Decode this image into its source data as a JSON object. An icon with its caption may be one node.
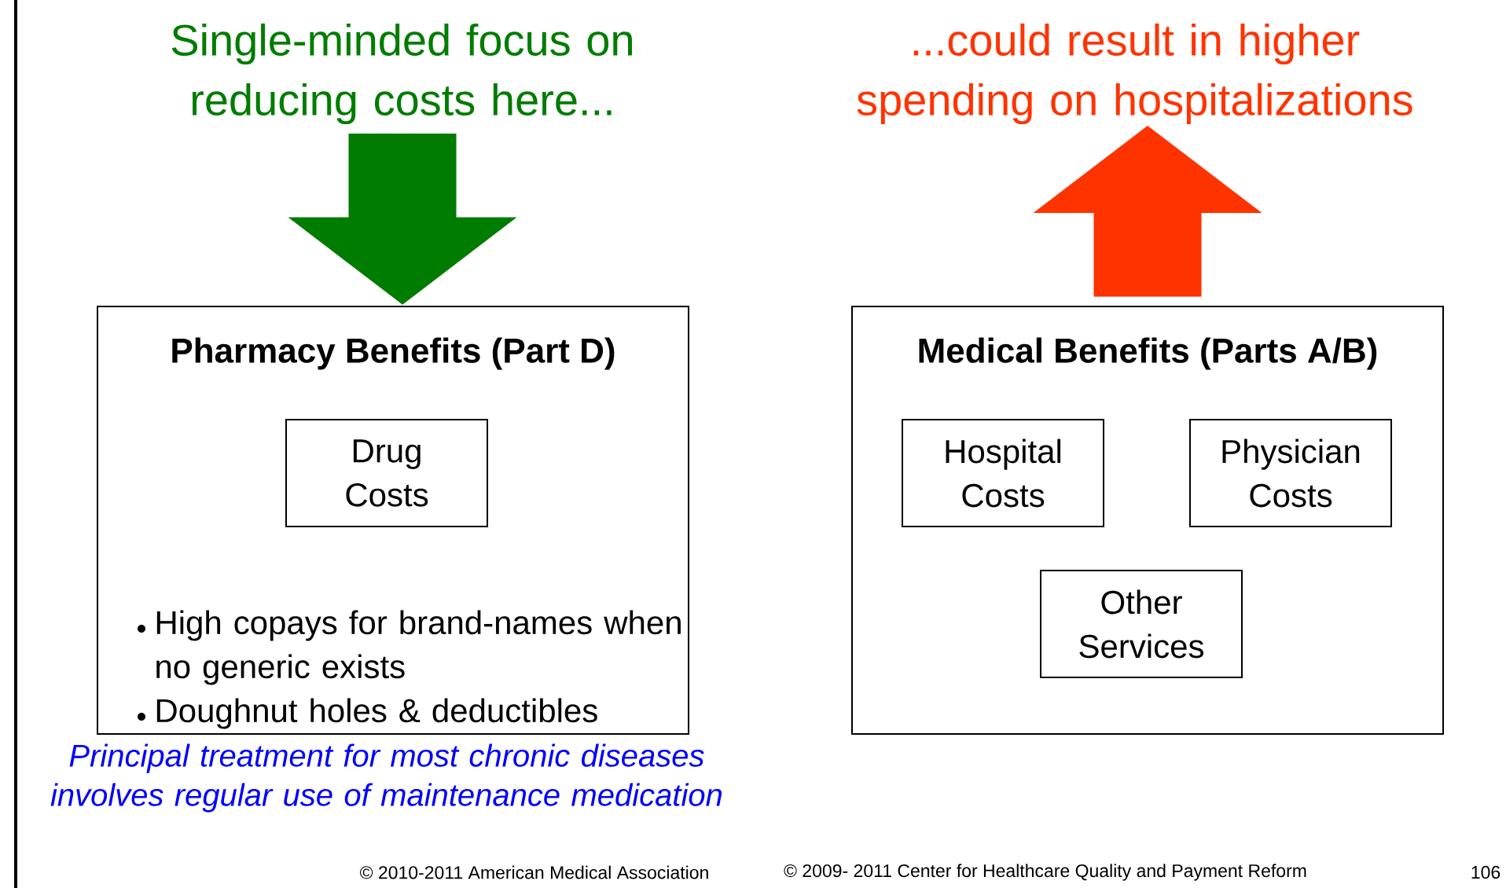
{
  "diagram": {
    "nodes": [
      {
        "text": [
          "Single-minded focus on reducing costs here..."
        ]
      },
      {
        "text": [
          "...could result in higher spending on hospitalizations"
        ]
      },
      {
        "text": [
          "Pharmacy Benefits (Part D)",
          "High copays for brand-names when no generic exists",
          "Doughnut holes & deductibles"
        ],
        "beside": [
          "Principal treatment for most chronic diseases involves regular use of maintenance medication"
        ]
      },
      {
        "text": [
          "Drug Costs"
        ],
        "in": 2
      },
      {
        "text": [
          "Medical Benefits (Parts A/B)"
        ]
      },
      {
        "text": [
          "Hospital Costs"
        ],
        "in": 4
      },
      {
        "text": [
          "Physician Costs"
        ],
        "in": 4
      },
      {
        "text": [
          "Other Services"
        ],
        "in": 4
      }
    ],
    "edges": [
      {
        "from": 0,
        "to": 2,
        "arrow": "to",
        "style": "thick",
        "color": "#007c00"
      },
      {
        "from": 4,
        "to": 1,
        "arrow": "to",
        "style": "thick",
        "color": "#ff3300"
      }
    ],
    "labels": [
      "© 2010-2011 American Medical Association",
      "© 2009- 2011 Center for Healthcare Quality and Payment Reform",
      "106"
    ]
  }
}
